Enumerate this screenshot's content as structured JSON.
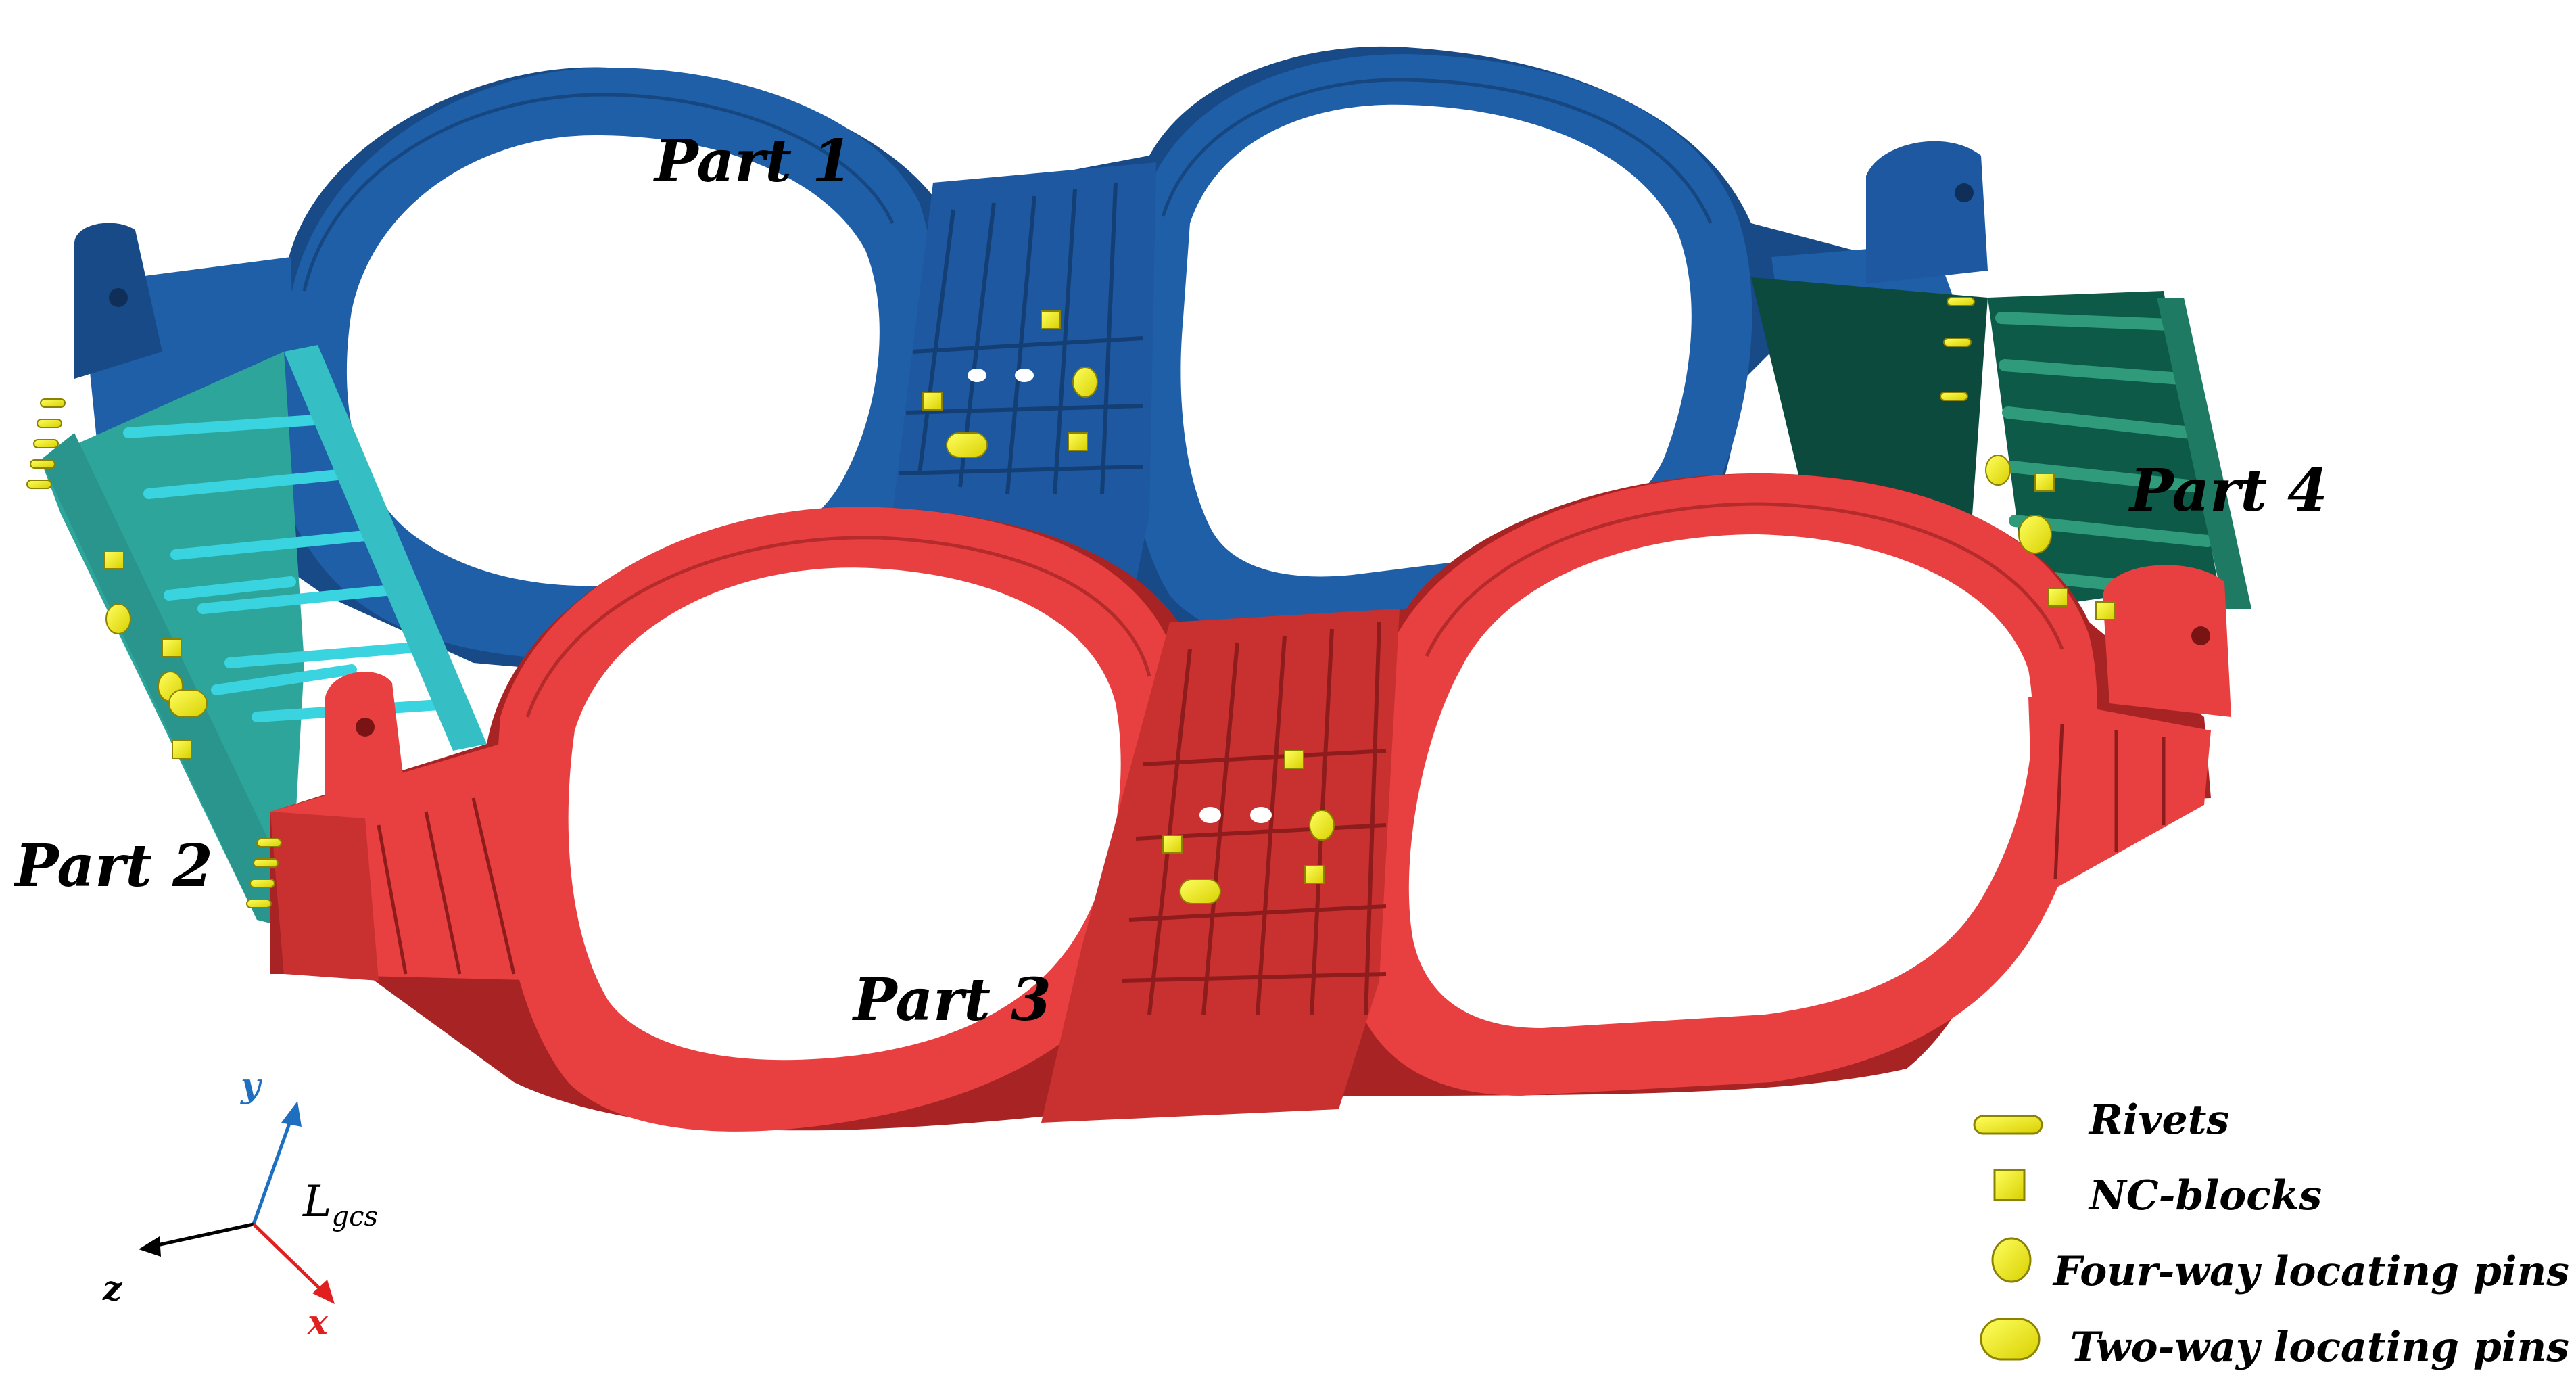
{
  "parts": {
    "part1": "Part 1",
    "part2": "Part 2",
    "part3": "Part 3",
    "part4": "Part 4"
  },
  "coordinate_system": {
    "label_main": "L",
    "label_sub": "gcs",
    "axis_y": "y",
    "axis_z": "z",
    "axis_x": "x"
  },
  "legend": {
    "items": [
      {
        "label": "Rivets",
        "icon": "rivet-icon"
      },
      {
        "label": "NC-blocks",
        "icon": "nc-block-icon"
      },
      {
        "label": "Four-way locating pins",
        "icon": "four-way-pin-icon"
      },
      {
        "label": "Two-way locating pins",
        "icon": "two-way-pin-icon"
      }
    ]
  },
  "colors": {
    "part1_blue": "#1f5fa8",
    "part1_blue_dark": "#174a86",
    "part2_teal": "#2ea59b",
    "part2_cyan": "#39d4e0",
    "part3_red": "#e84040",
    "part3_red_dark": "#a82424",
    "part4_green": "#0b4a3c",
    "part4_green_light": "#2f9b7a",
    "feature_yellow": "#f5f000",
    "axis_y": "#1f6fc0",
    "axis_x": "#e02020",
    "axis_z": "#000000"
  }
}
